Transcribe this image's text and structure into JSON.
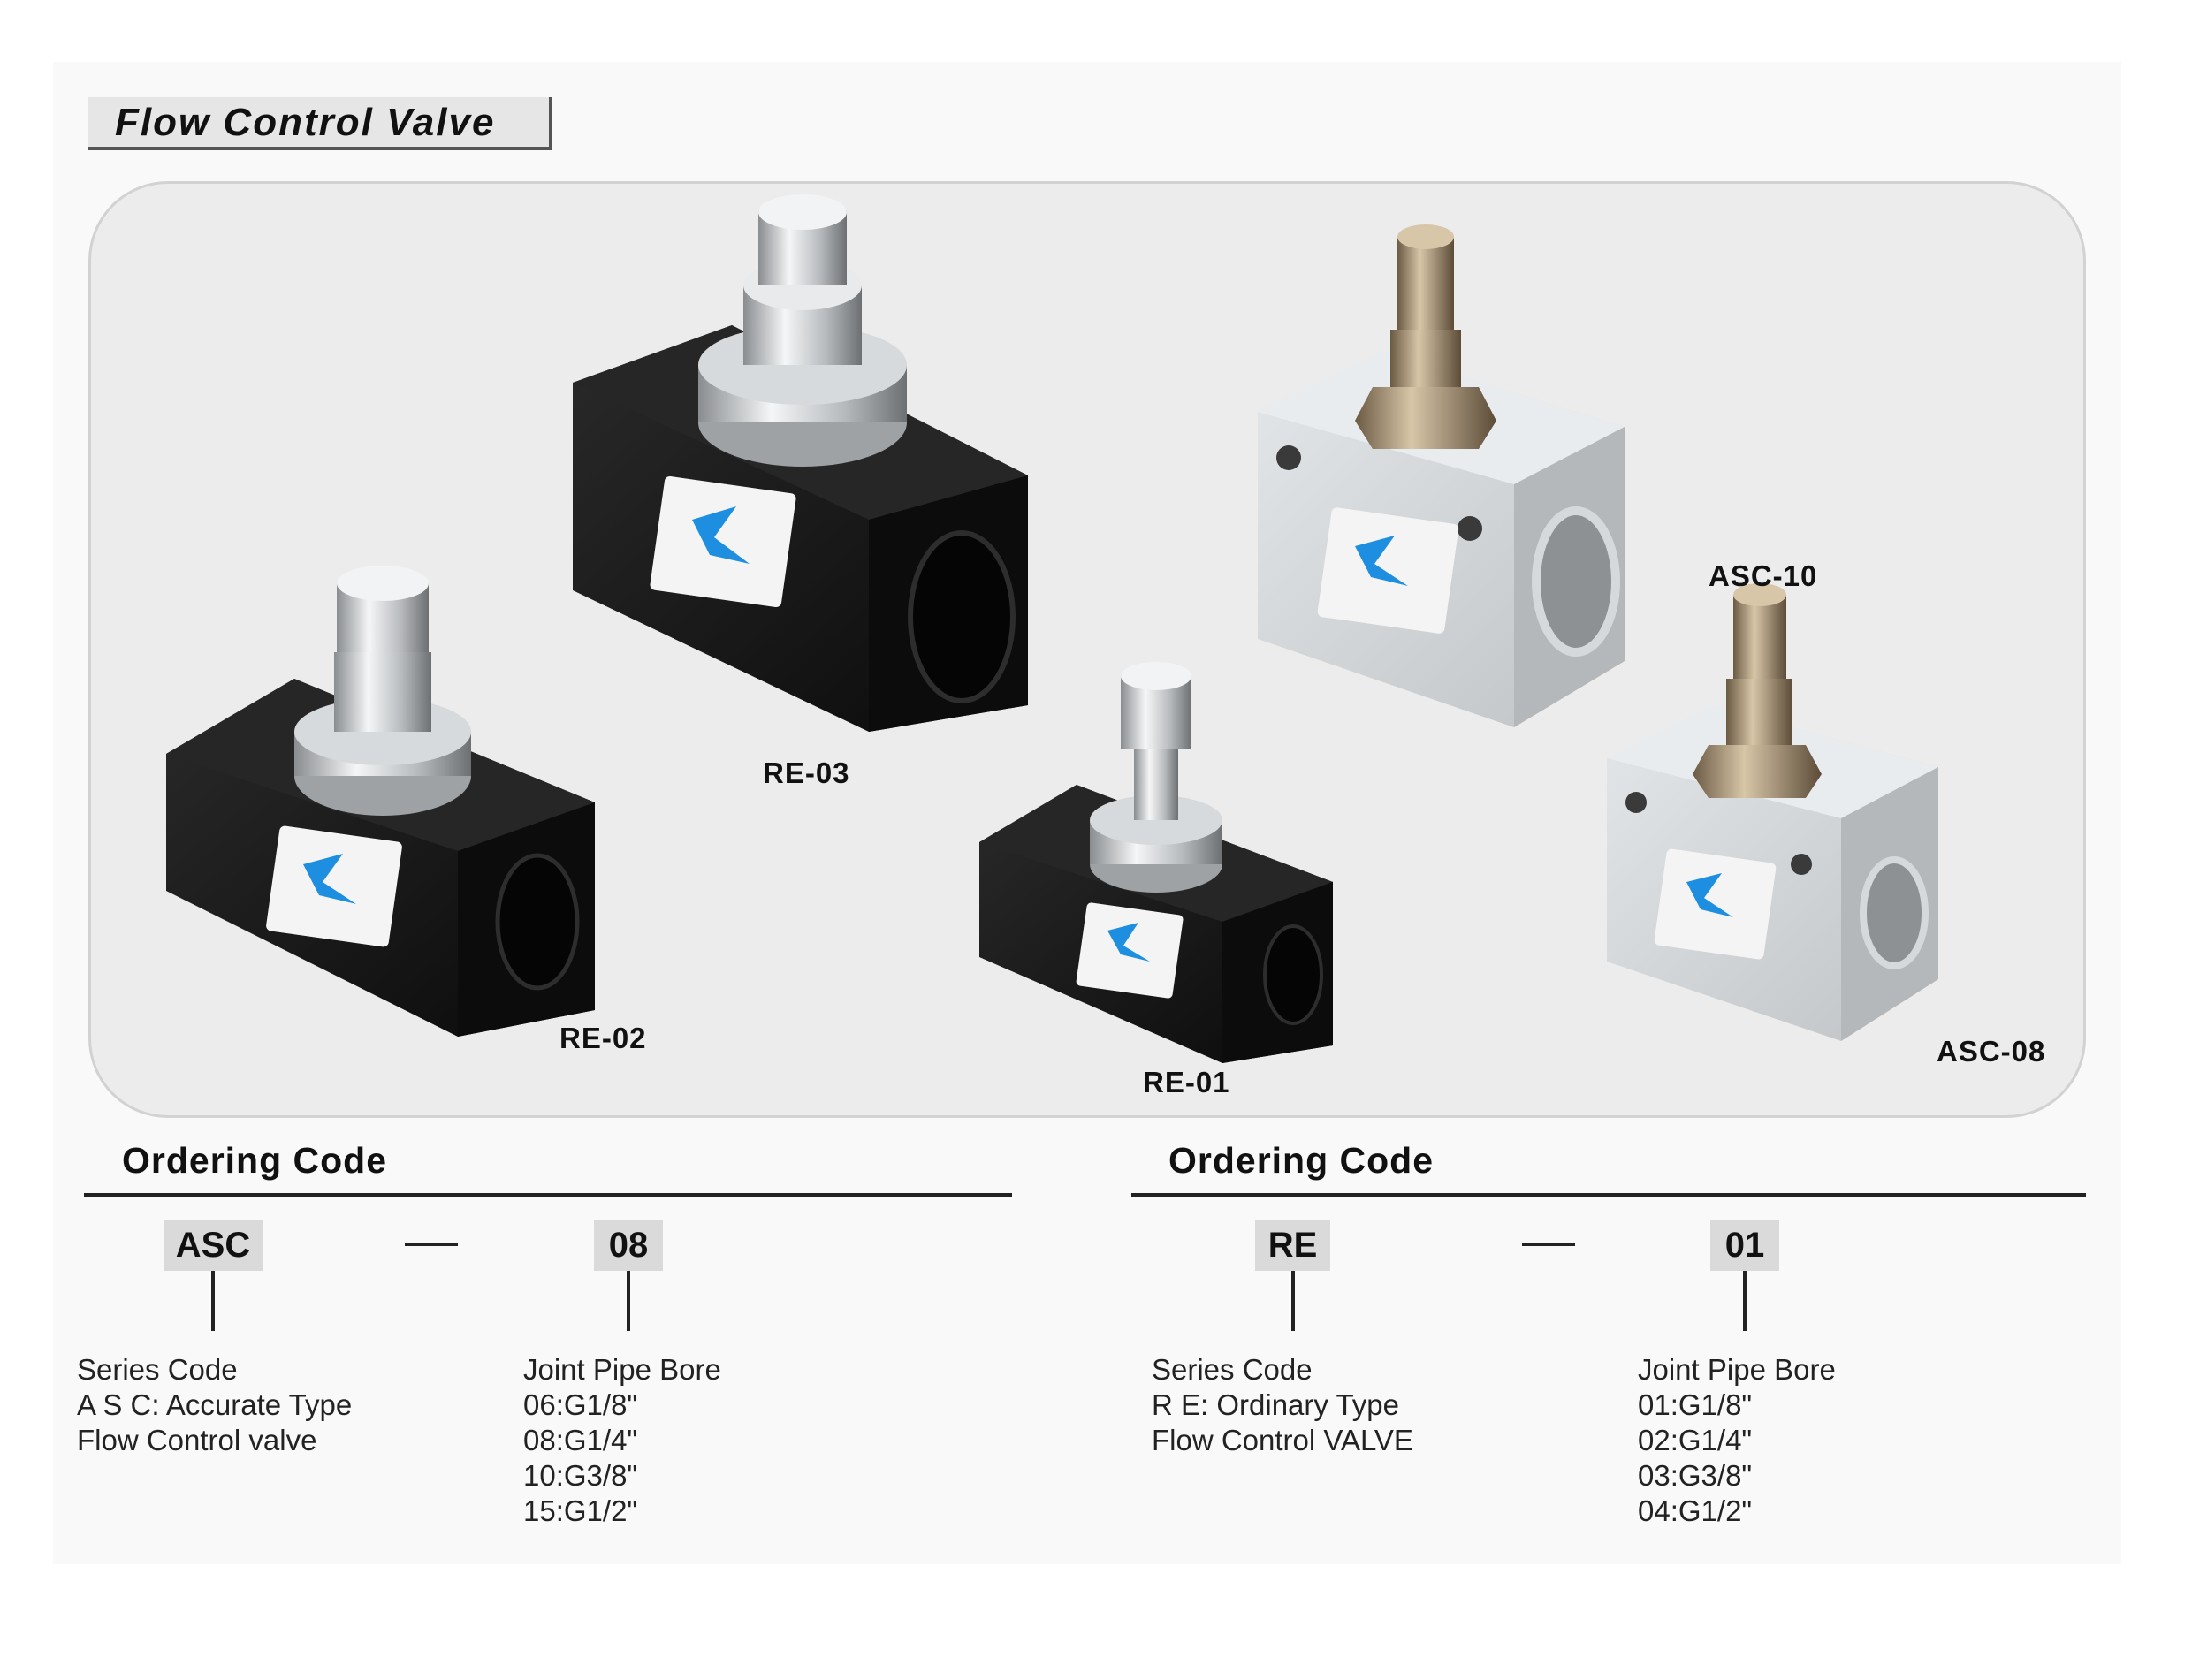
{
  "title": "Flow Control Valve",
  "models": {
    "re03": "RE-03",
    "re02": "RE-02",
    "re01": "RE-01",
    "asc10": "ASC-10",
    "asc08": "ASC-08"
  },
  "ordering_left": {
    "heading": "Ordering Code",
    "code_series": "ASC",
    "code_bore": "08",
    "series_lines": [
      "Series Code",
      "A S C: Accurate Type",
      "Flow Control valve"
    ],
    "bore_lines": [
      "Joint Pipe Bore",
      "06:G1/8\"",
      "08:G1/4\"",
      "10:G3/8\"",
      "15:G1/2\""
    ]
  },
  "ordering_right": {
    "heading": "Ordering Code",
    "code_series": "RE",
    "code_bore": "01",
    "series_lines": [
      "Series Code",
      "R E: Ordinary Type",
      "Flow Control VALVE"
    ],
    "bore_lines": [
      "Joint Pipe Bore",
      "01:G1/8\"",
      "02:G1/4\"",
      "03:G3/8\"",
      "04:G1/2\""
    ]
  },
  "colors": {
    "body_black": "#141414",
    "body_silver": "#cfd3d6",
    "logo_blue": "#1e8ee0"
  },
  "icons": [
    "valve-product-photo",
    "brand-logo-icon"
  ]
}
